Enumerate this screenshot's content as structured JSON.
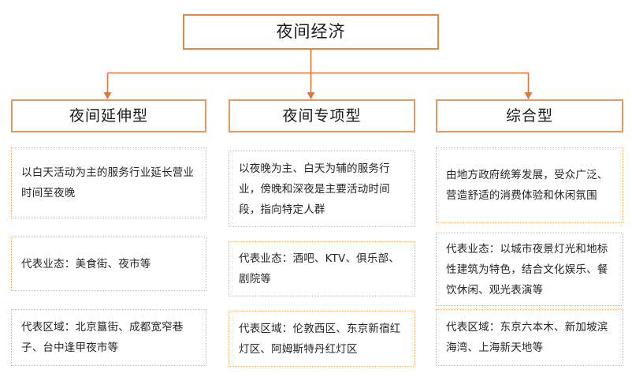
{
  "diagram": {
    "title_node": {
      "label": "夜间经济"
    },
    "connector": {
      "color": "#e2763a",
      "style": "orthogonal-with-arrowheads",
      "arrow_count": 3
    },
    "columns": [
      {
        "header": "夜间延伸型",
        "cards": [
          {
            "name": "definition",
            "text": "以白天活动为主的服务行业延长营业时间至夜晚"
          },
          {
            "name": "formats",
            "text": "代表业态：美食街、夜市等"
          },
          {
            "name": "areas",
            "text": "代表区域：北京簋街、成都宽窄巷子、台中逢甲夜市等"
          }
        ]
      },
      {
        "header": "夜间专项型",
        "cards": [
          {
            "name": "definition",
            "text": "以夜晚为主、白天为辅的服务行业，傍晚和深夜是主要活动时间段，指向特定人群"
          },
          {
            "name": "formats",
            "text": "代表业态：酒吧、KTV、俱乐部、剧院等"
          },
          {
            "name": "areas",
            "text": "代表区域：伦敦西区、东京新宿红灯区、阿姆斯特丹红灯区"
          }
        ]
      },
      {
        "header": "综合型",
        "cards": [
          {
            "name": "definition",
            "text": "由地方政府统筹发展，受众广泛、营造舒适的消费体验和休闲氛围"
          },
          {
            "name": "formats",
            "text": "代表业态：以城市夜景灯光和地标性建筑为特色，结合文化娱乐、餐饮休闲、观光表演等"
          },
          {
            "name": "areas",
            "text": "代表区域：东京六本木、新加坡滨海湾、上海新天地等"
          }
        ]
      }
    ],
    "colors": {
      "root_border": "#e08a4a",
      "header_border": "#e39a62",
      "card_border": "#e7b583",
      "line": "#e2763a",
      "text": "#1a1a1a",
      "background": "#ffffff"
    }
  }
}
